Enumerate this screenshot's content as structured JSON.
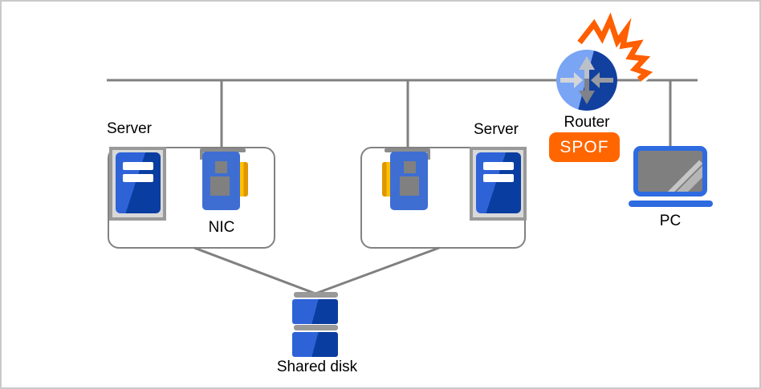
{
  "labels": {
    "server_left": "Server",
    "server_right": "Server",
    "nic": "NIC",
    "router": "Router",
    "spof_badge": "SPOF",
    "pc": "PC",
    "shared_disk": "Shared disk"
  },
  "icons": {
    "server_left": "server-tower-icon",
    "server_right": "server-tower-icon",
    "nic_left": "network-card-icon",
    "nic_right": "network-card-icon",
    "router": "router-circle-arrows-icon",
    "failure": "explosion-burst-icon",
    "pc": "laptop-icon",
    "shared_disk": "disk-stack-icon"
  },
  "colors": {
    "wire_gray": "#808080",
    "server_blue_light": "#2e63d8",
    "server_blue_dark": "#0a3da0",
    "nic_blue": "#3e6ed2",
    "nic_connector_yellow": "#ffc103",
    "router_blue_light": "#7aa4f4",
    "router_blue_dark": "#11409f",
    "explosion_orange": "#ff5f00",
    "spof_badge_bg": "#ff6600",
    "spof_badge_text": "#ffffff",
    "laptop_blue": "#2e6be0",
    "screen_gray": "#7f7f7f",
    "frame_gray": "#999999"
  }
}
